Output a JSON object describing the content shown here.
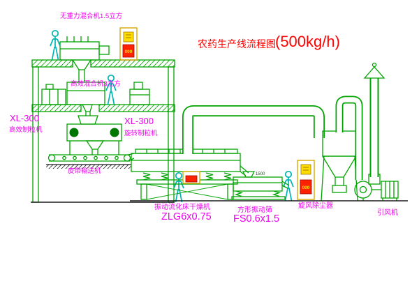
{
  "title": {
    "main": "农药生产线流程图",
    "capacity": "(500kg/h)"
  },
  "labels": {
    "top_mixer": "无重力混合机1.5立方",
    "second_mixer": "高效混合机3立方",
    "granulator_left": {
      "model": "XL-300",
      "name": "高效制粒机"
    },
    "granulator_mid": {
      "model": "XL-300",
      "name": "旋转制粒机"
    },
    "belt_conveyor": "皮带输送机",
    "dryer": {
      "name": "振动流化床干燥机",
      "model": "ZLG6x0.75"
    },
    "screen": {
      "name": "方形振动筛",
      "model": "FS0.6x1.5",
      "dim": "1500"
    },
    "cyclone": "旋风除尘器",
    "fan": "引风机"
  },
  "cabinets": {
    "display": "000"
  },
  "colors": {
    "line_green": "#00a300",
    "figure_cyan": "#00b4b4",
    "label_magenta": "#ee00ee",
    "title_red": "#ff0000",
    "cabinet_yellow": "#ffdd00",
    "cabinet_red": "#ff2200",
    "ground_dark": "#1b1b1b"
  }
}
